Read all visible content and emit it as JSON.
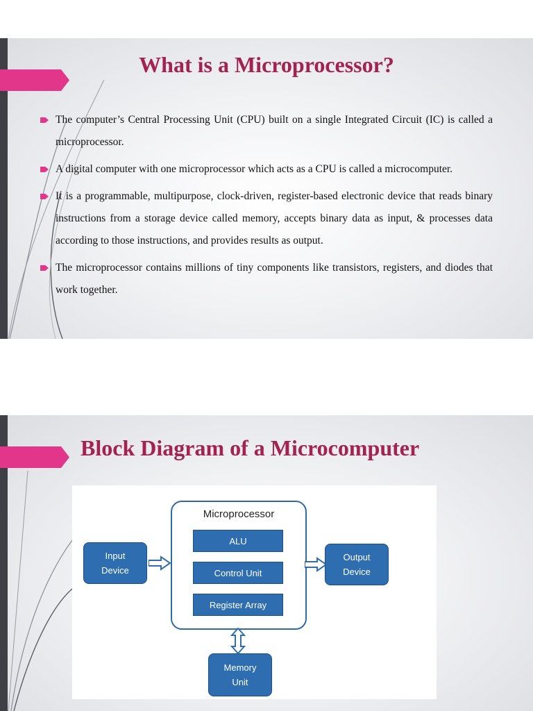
{
  "slide1": {
    "title": "What is a Microprocessor?",
    "bullets": [
      "The computer’s Central Processing Unit (CPU) built on a single Integrated Circuit (IC) is called a microprocessor.",
      "A  digital computer with one microprocessor which acts as a CPU is called a microcomputer.",
      "It is a programmable, multipurpose, clock-driven, register-based electronic device that reads binary instructions from a storage device called memory, accepts binary data as input, & processes data according to those instructions, and provides results as output.",
      "The microprocessor contains millions of tiny components like transistors, registers, and diodes that work together."
    ]
  },
  "slide2": {
    "title": "Block Diagram of a Microcomputer",
    "diagram": {
      "microprocessor_label": "Microprocessor",
      "units": [
        "ALU",
        "Control Unit",
        "Register Array"
      ],
      "input_line1": "Input",
      "input_line2": "Device",
      "output_line1": "Output",
      "output_line2": "Device",
      "memory_line1": "Memory",
      "memory_line2": "Unit"
    }
  },
  "colors": {
    "title": "#a3224f",
    "accent_pink": "#e2368a",
    "left_bar": "#3f3f46",
    "diagram_blue": "#2e6eb0"
  }
}
